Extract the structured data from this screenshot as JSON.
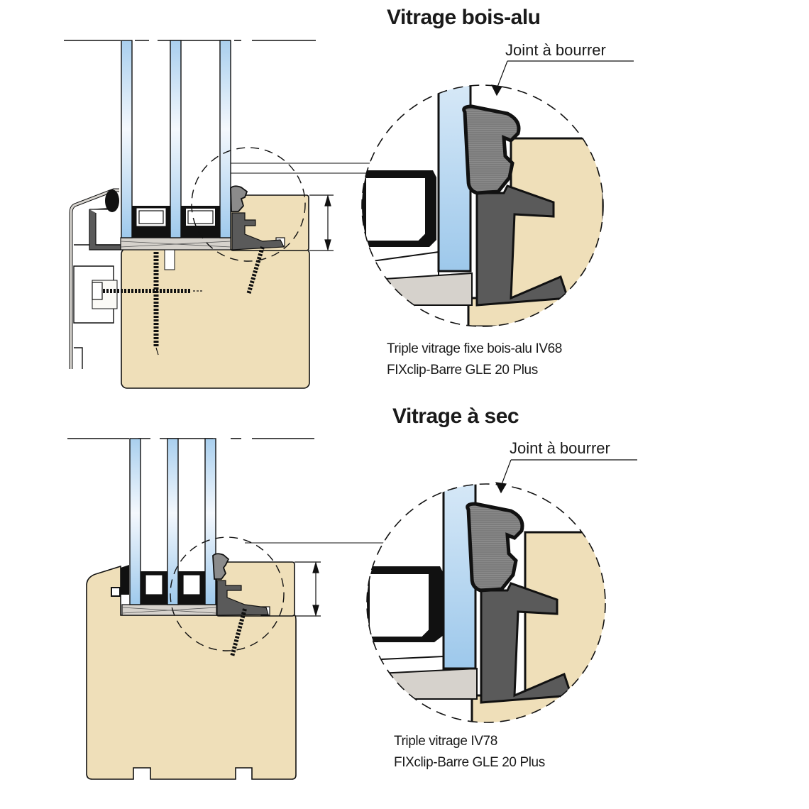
{
  "sections": [
    {
      "title": "Vitrage bois-alu",
      "callout": "Joint à bourrer",
      "caption_lines": [
        "Triple vitrage fixe bois-alu IV68",
        "FIXclip-Barre GLE 20 Plus"
      ],
      "frame_type": "bois-alu"
    },
    {
      "title": "Vitrage à sec",
      "callout": "Joint à bourrer",
      "caption_lines": [
        "Triple vitrage IV78",
        "FIXclip-Barre GLE 20 Plus"
      ],
      "frame_type": "bois"
    }
  ],
  "colors": {
    "wood": "#efdfb9",
    "glass": "#a9cfee",
    "gasket": "#6a6a6a",
    "clip": "#5a5a5a",
    "setting_block": "#d6d2cc",
    "outline": "#111111"
  }
}
